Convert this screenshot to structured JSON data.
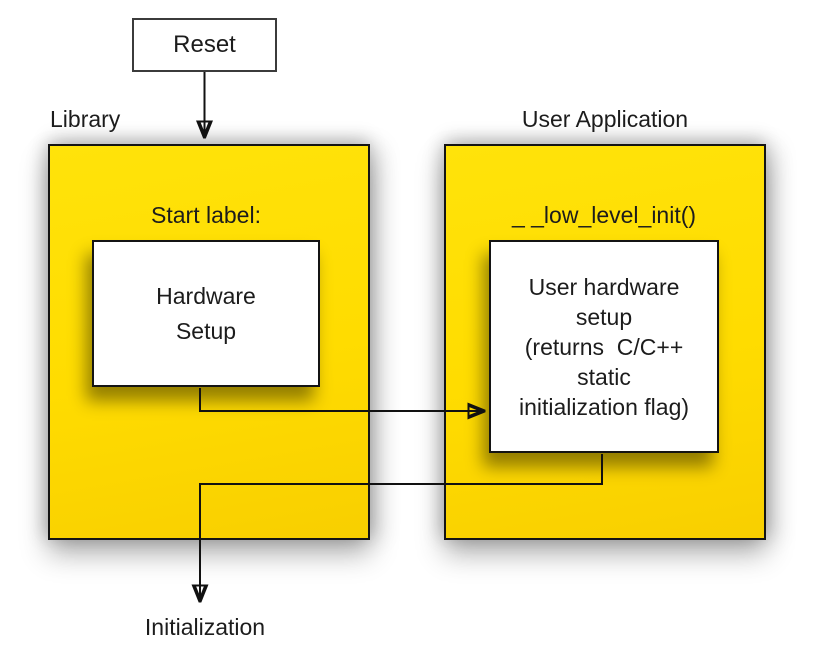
{
  "diagram": {
    "reset_label": "Reset",
    "library": {
      "title": "Library",
      "start_label": "Start label:",
      "hardware_box_text": "Hardware\nSetup"
    },
    "user_application": {
      "title": "User Application",
      "function_label": "_ _low_level_init()",
      "user_hardware_box_text": "User hardware\nsetup\n(returns  C/C++\nstatic\ninitialization flag)"
    },
    "initialization_label": "Initialization",
    "colors": {
      "panel_fill": "#FFDD00",
      "panel_border": "#141414",
      "box_fill": "#FFFFFF",
      "line": "#111111"
    }
  }
}
